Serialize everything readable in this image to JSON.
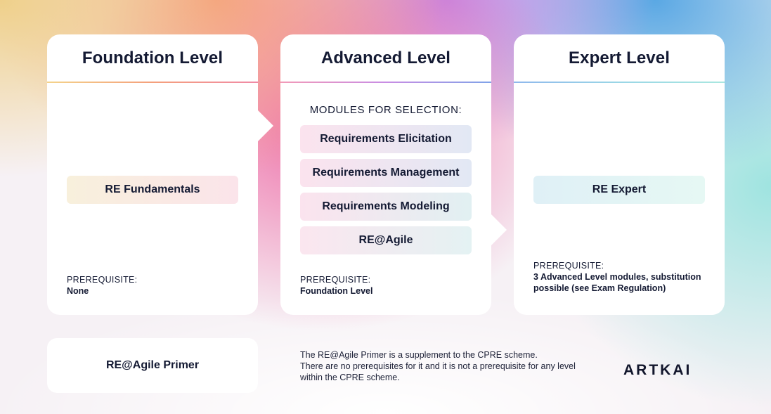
{
  "levels": {
    "foundation": {
      "title": "Foundation Level",
      "module": "RE Fundamentals",
      "prereq_label": "PREREQUISITE:",
      "prereq_value": "None"
    },
    "advanced": {
      "title": "Advanced Level",
      "modules_label": "MODULES FOR SELECTION:",
      "modules": [
        "Requirements Elicitation",
        "Requirements Management",
        "Requirements Modeling",
        "RE@Agile"
      ],
      "prereq_label": "PREREQUISITE:",
      "prereq_value": "Foundation Level"
    },
    "expert": {
      "title": "Expert Level",
      "module": "RE Expert",
      "prereq_label": "PREREQUISITE:",
      "prereq_value_line1": "3 Advanced Level modules, substitution",
      "prereq_value_line2": "possible (see Exam Regulation)"
    }
  },
  "primer": {
    "label": "RE@Agile Primer",
    "note_line1": "The RE@Agile Primer is a supplement to the CPRE scheme.",
    "note_line2": "There are no prerequisites for it and it is not a prerequisite for any level",
    "note_line3": "within the CPRE scheme."
  },
  "brand": {
    "logo_text": "ARTKAI"
  },
  "colors": {
    "text": "#141a33",
    "card": "#ffffff"
  }
}
